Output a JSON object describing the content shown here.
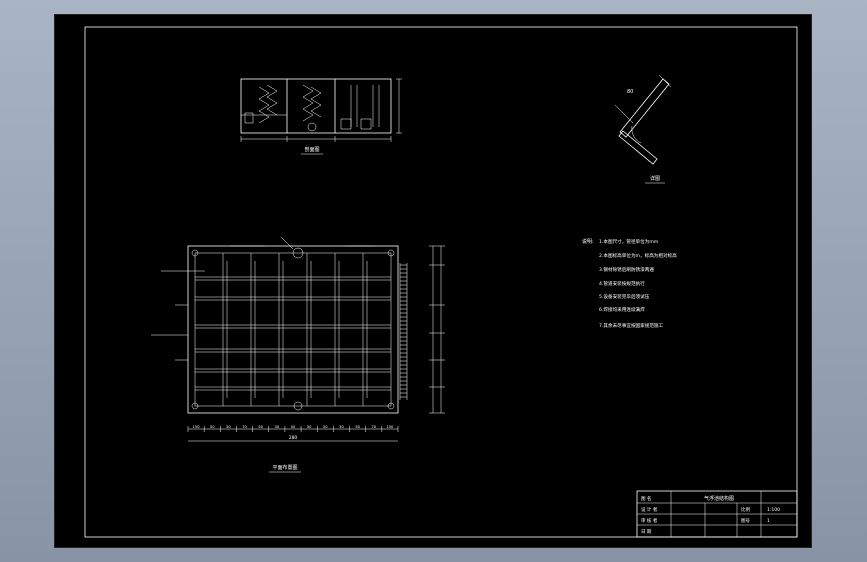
{
  "drawing": {
    "background_color": "#000000",
    "line_color": "#ffffff",
    "frame_color": "#ffffff"
  },
  "section_view": {
    "caption": "剖面图"
  },
  "detail_view": {
    "caption": "详图",
    "dim_label": "80"
  },
  "plan_view": {
    "caption": "平面布置图",
    "total_width_label": "280",
    "bottom_dims": [
      "150",
      "50",
      "50",
      "70",
      "50",
      "30",
      "50",
      "50",
      "50",
      "30",
      "50",
      "70",
      "150"
    ]
  },
  "notes": {
    "heading": "说明:",
    "items": [
      "1.本图尺寸，管径单位为mm",
      "2.本图标高单位为m，标高为相对标高",
      "3.钢材除锈后刷防锈漆两遍",
      "4.管道安装按规范执行",
      "5.设备安装完毕后须试压",
      "6.焊接均采用连续满焊",
      "7.其余未尽事宜按国家规范施工"
    ]
  },
  "title_block": {
    "title": "气浮池结构图",
    "rows": [
      [
        "图  名",
        "",
        "",
        ""
      ],
      [
        "设 计 者",
        "",
        "比例",
        "1:100"
      ],
      [
        "审 核 者",
        "",
        "图号",
        "1"
      ],
      [
        "日  期",
        "",
        "",
        ""
      ]
    ]
  }
}
